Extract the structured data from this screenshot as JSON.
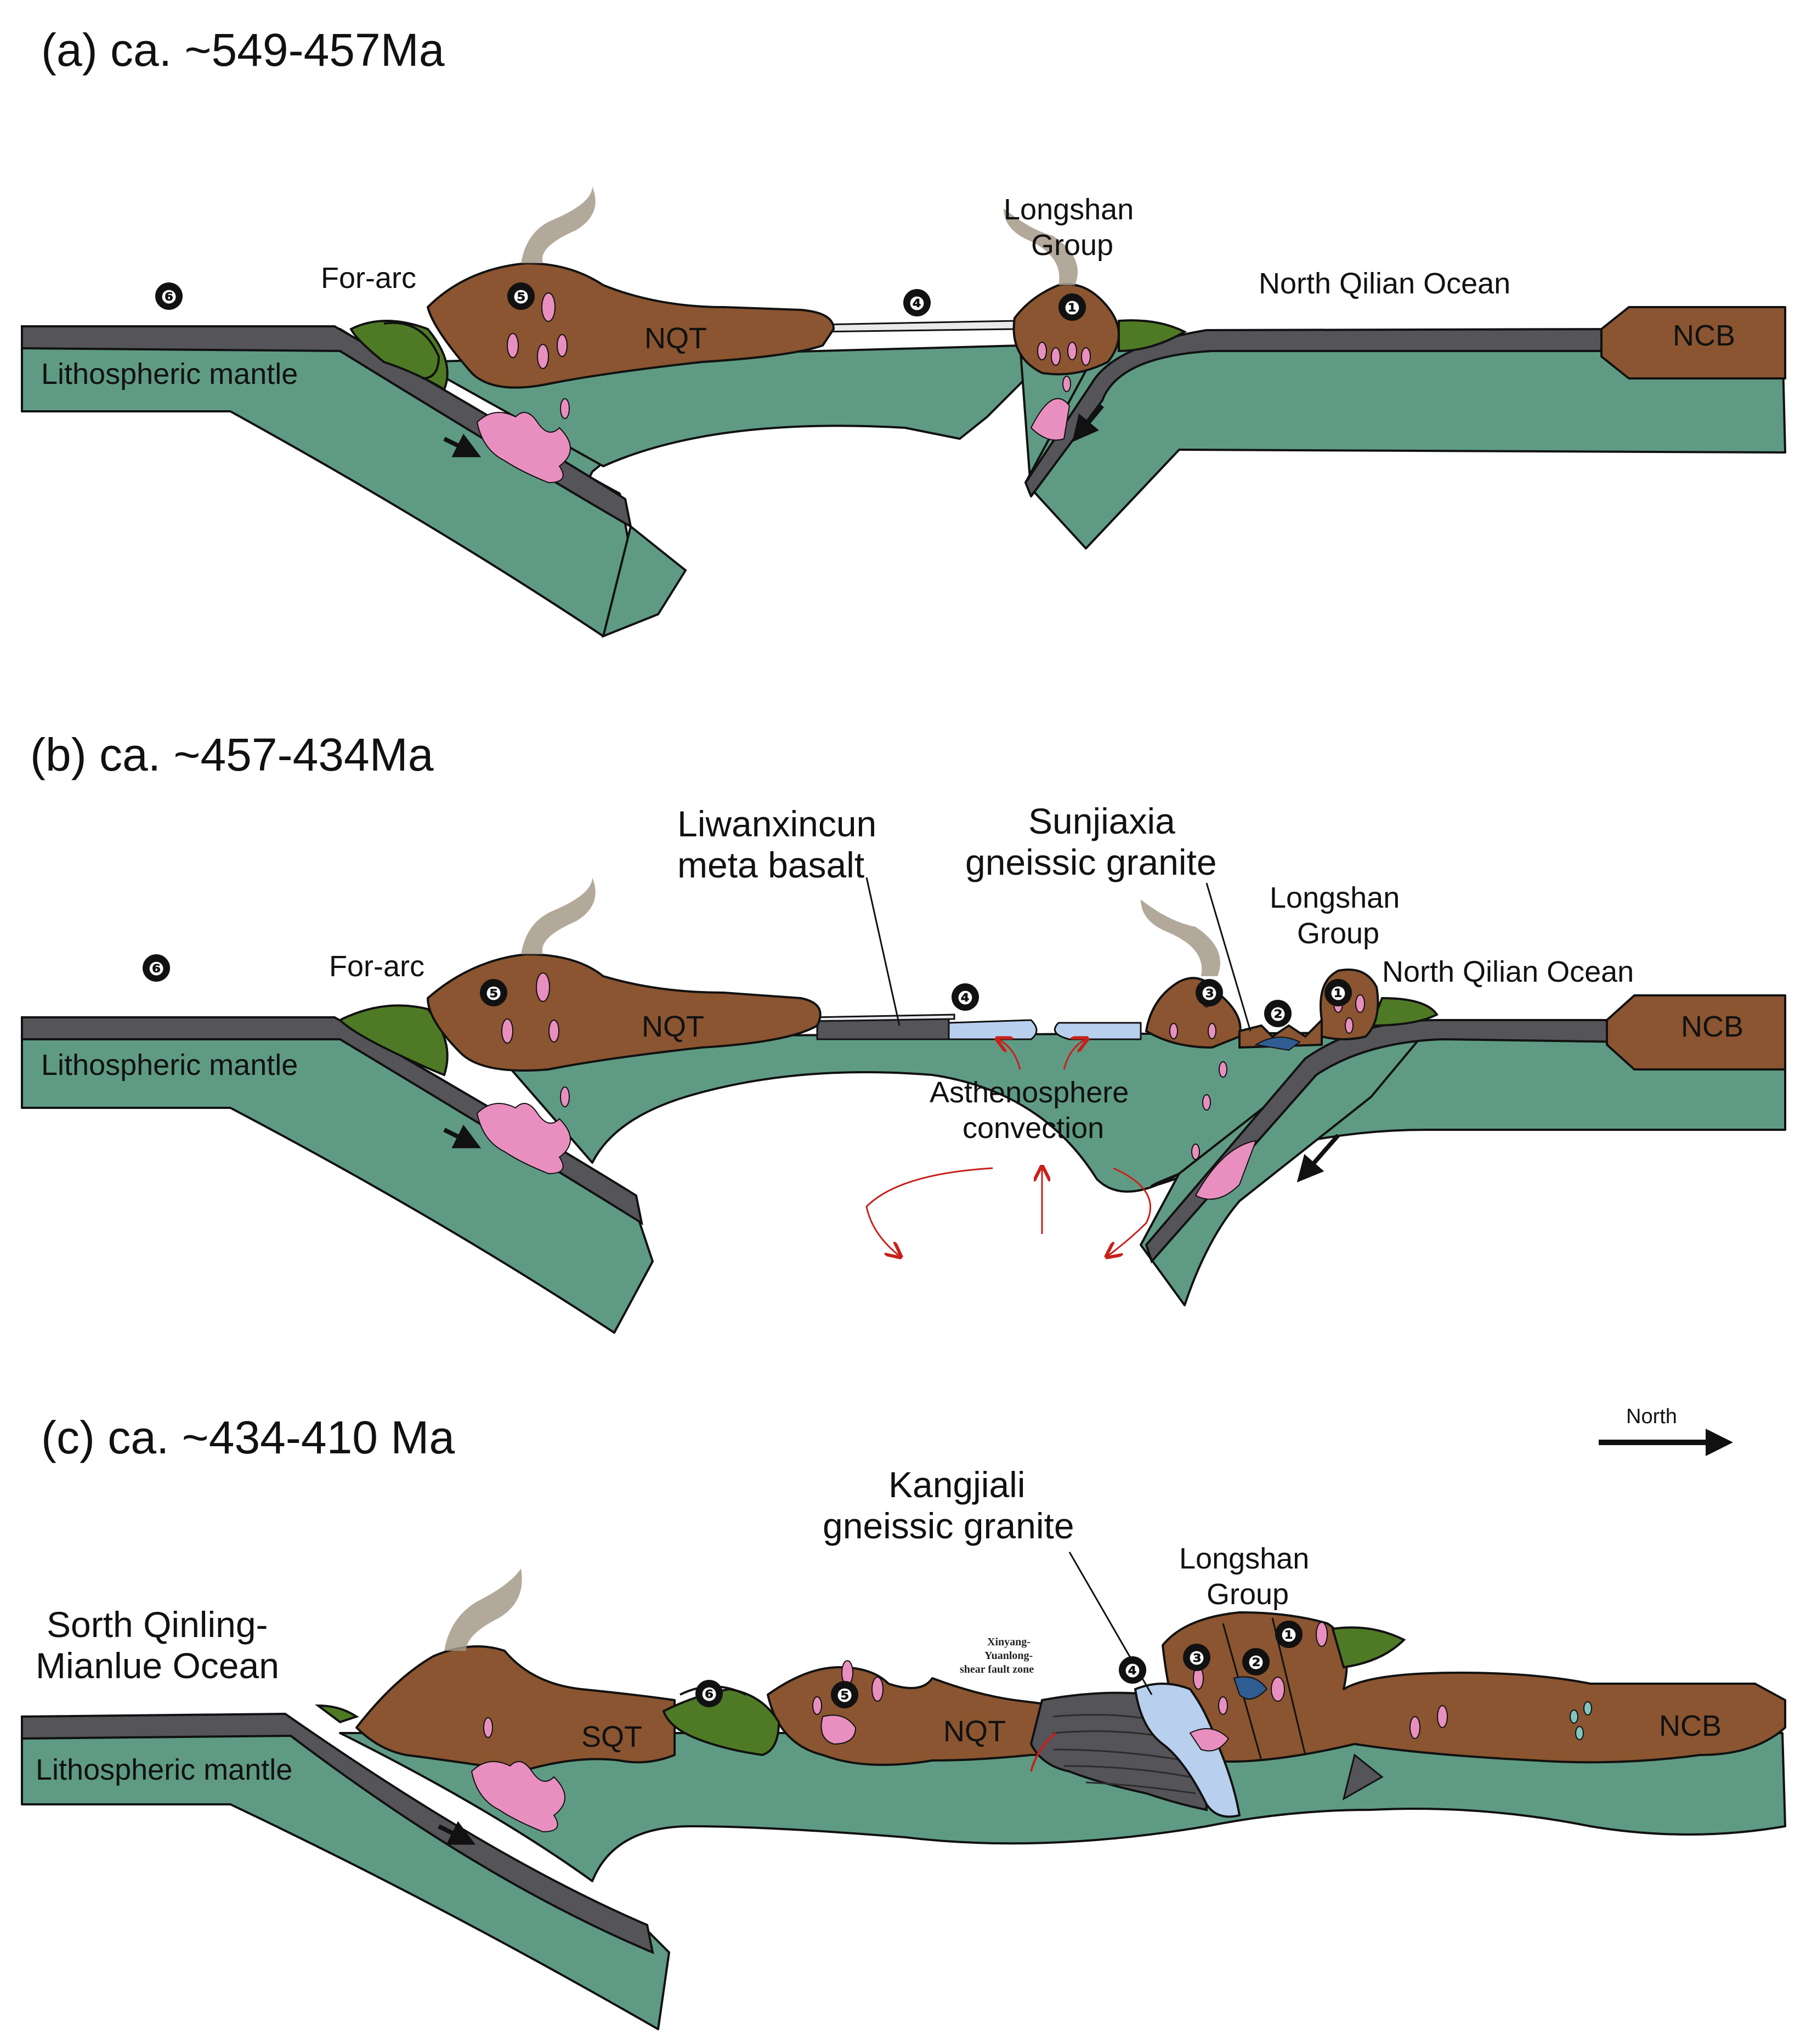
{
  "colors": {
    "mantle": "#5f9b84",
    "crust": "#8a5530",
    "slab": "#555458",
    "arc_green": "#4f7a25",
    "melt": "#e98fc0",
    "meta_basalt": "#b8cfee",
    "blue_pluton": "#2f5c91",
    "smoke": "#a49a8a",
    "convection": "#c8201b",
    "outline": "#111111"
  },
  "panels": [
    {
      "title": "(a) ca. ~549-457Ma",
      "labels": {
        "lith_mantle": "Lithospheric mantle",
        "forearc": "For-arc",
        "nqt": "NQT",
        "longshan": [
          "Longshan",
          "Group"
        ],
        "ocean": "North Qilian Ocean",
        "ncb": "NCB"
      },
      "markers": [
        "❻",
        "❺",
        "❹",
        "❶"
      ]
    },
    {
      "title": "(b) ca. ~457-434Ma",
      "labels": {
        "lith_mantle": "Lithospheric mantle",
        "forearc": "For-arc",
        "nqt": "NQT",
        "liwan": [
          "Liwanxincun",
          "meta basalt"
        ],
        "sunjiaxia": [
          "Sunjiaxia",
          "gneissic granite"
        ],
        "longshan": [
          "Longshan",
          "Group"
        ],
        "ocean": "North Qilian Ocean",
        "ncb": "NCB",
        "astheno": [
          "Asthenosphere",
          "convection"
        ]
      },
      "markers": [
        "❻",
        "❺",
        "❹",
        "❸",
        "❷",
        "❶"
      ]
    },
    {
      "title": "(c) ca. ~434-410 Ma",
      "labels": {
        "north": "North",
        "kangjiali": [
          "Kangjiali",
          "gneissic granite"
        ],
        "longshan": [
          "Longshan",
          "Group"
        ],
        "south_ocean": [
          "Sorth Qinling-",
          "Mianlue Ocean"
        ],
        "lith_mantle": "Lithospheric mantle",
        "sqt": "SQT",
        "nqt": "NQT",
        "ncb": "NCB",
        "fault_zone": [
          "Xinyang-",
          "Yuanlong-",
          "shear fault zone"
        ]
      },
      "markers": [
        "❻",
        "❺",
        "❹",
        "❸",
        "❷",
        "❶"
      ]
    }
  ]
}
